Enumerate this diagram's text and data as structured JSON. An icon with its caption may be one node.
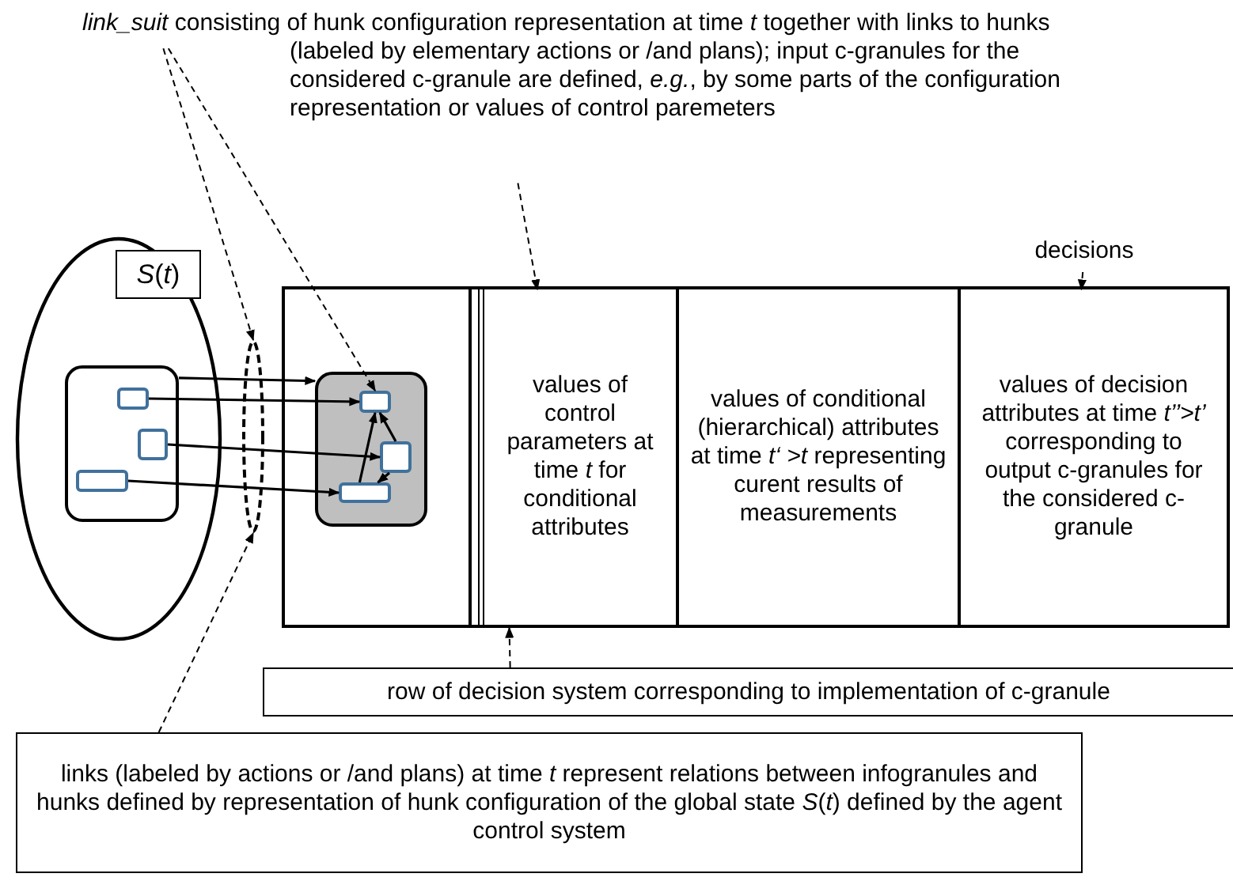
{
  "diagram": {
    "nodes": [
      {
        "text": [],
        "shape": "ellipse"
      },
      {
        "text": [
          "*S*(*t*)"
        ],
        "in": 0
      },
      {
        "text": [],
        "shape": "box",
        "in": 0
      },
      {
        "text": [],
        "shape": "box",
        "in": 2
      },
      {
        "text": [],
        "shape": "box",
        "in": 2
      },
      {
        "text": [],
        "shape": "box",
        "in": 2
      },
      {
        "text": [],
        "shape": "ellipse"
      },
      {
        "text": [],
        "shape": "box"
      },
      {
        "text": [],
        "shape": "box",
        "in": 7
      },
      {
        "text": [],
        "shape": "box",
        "in": 8
      },
      {
        "text": [],
        "shape": "box",
        "in": 9
      },
      {
        "text": [],
        "shape": "box",
        "in": 9
      },
      {
        "text": [],
        "shape": "box",
        "in": 9
      },
      {
        "text": [
          "values of control parameters at time *t* for conditional attributes"
        ],
        "in": 7
      },
      {
        "text": [
          "values of conditional (hierarchical) attributes at time *t‘ >t* representing curent results of measurements"
        ],
        "in": 7
      },
      {
        "text": [
          "values of decision attributes at time *t’’>t’* corresponding to output c-granules for the considered c-granule"
        ],
        "in": 7
      },
      {
        "text": [
          "*link_suit*  consisting of hunk configuration representation at time *t* together with links to hunks (labeled by elementary actions or /and plans); input c-granules for the considered c-granule are defined, *e.g.*, by some parts of the configuration representation or values of control paremeters"
        ]
      },
      {
        "text": [
          "decisions"
        ]
      },
      {
        "text": [
          "row of decision system corresponding to implementation of c-granule"
        ]
      },
      {
        "text": [
          "links (labeled by actions or /and plans) at time *t* represent relations between infogranules and hunks defined by representation of hunk configuration of the global state *S*(*t*) defined by the agent control system"
        ]
      }
    ],
    "edges": [
      {
        "from": 2,
        "to": 9,
        "arrow": "to"
      },
      {
        "from": 3,
        "to": 10,
        "arrow": "to"
      },
      {
        "from": 4,
        "to": 11,
        "arrow": "to"
      },
      {
        "from": 5,
        "to": 12,
        "arrow": "to"
      },
      {
        "from": 12,
        "to": 10,
        "arrow": "to"
      },
      {
        "from": 11,
        "to": 10,
        "arrow": "to"
      },
      {
        "from": 11,
        "to": 12,
        "arrow": "to"
      },
      {
        "from": 16,
        "to": 6,
        "arrow": "to",
        "style": "dashed"
      },
      {
        "from": 16,
        "to": 10,
        "arrow": "to",
        "style": "dashed"
      },
      {
        "from": 16,
        "to": 13,
        "arrow": "to",
        "style": "dashed"
      },
      {
        "from": 17,
        "to": 15,
        "arrow": "to",
        "style": "dashed"
      },
      {
        "from": 18,
        "to": 7,
        "arrow": "to",
        "style": "dashed"
      },
      {
        "from": 19,
        "to": 6,
        "arrow": "to",
        "style": "dashed"
      }
    ]
  }
}
